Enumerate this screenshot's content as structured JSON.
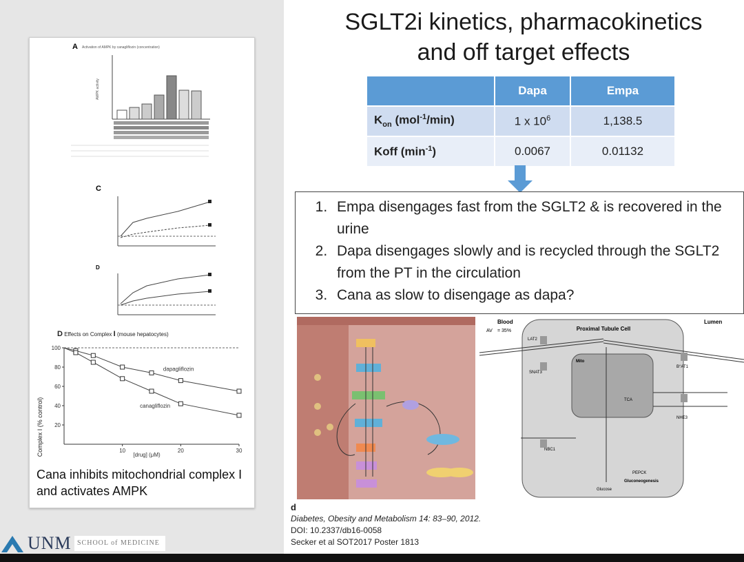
{
  "slide": {
    "title_line1": "SGLT2i kinetics, pharmacokinetics",
    "title_line2": "and off target effects"
  },
  "table": {
    "headers": [
      "",
      "Dapa",
      "Empa"
    ],
    "rows": [
      {
        "label_main": "K",
        "label_sub": "on",
        "label_rest": " (mol",
        "label_sup": "-1",
        "label_end": "/min)",
        "dapa_base": "1 x 10",
        "dapa_sup": "6",
        "empa": "1,138.5"
      },
      {
        "label_main": "Koff (min",
        "label_sup": "-1",
        "label_end": ")",
        "dapa": "0.0067",
        "empa": "0.01132"
      }
    ]
  },
  "points": [
    "Empa disengages fast from the SGLT2 & is recovered in the urine",
    "Dapa disengages slowly and is recycled through the SGLT2 from the PT in the circulation",
    "Cana as slow to disengage as dapa?"
  ],
  "figure_left": {
    "panel_a_label": "A",
    "panel_a_title": "Activation of AMPK by canagliflozin (concentration)",
    "panel_c_label": "C",
    "panel_d_small_label": "D",
    "panel_d_title_prefix": "Effects on Complex",
    "panel_d_title_bold": "I",
    "panel_d_title_suffix": "(mouse hepatocytes)",
    "panel_d_label": "D",
    "y_axis_label": "Complex I (% control)",
    "x_axis_label": "[drug] (μM)",
    "y_ticks": [
      "100",
      "80",
      "60",
      "40",
      "20"
    ],
    "x_ticks": [
      "10",
      "20",
      "30"
    ],
    "series": [
      {
        "name": "dapagliflozin",
        "color": "#555555"
      },
      {
        "name": "canagliflozin",
        "color": "#555555"
      }
    ],
    "caption": "Cana inhibits mitochondrial complex I and activates AMPK"
  },
  "figure_right": {
    "blood": "Blood",
    "av": "AV",
    "av_value": "= 35%",
    "cell_title": "Proximal Tubule Cell",
    "lumen": "Lumen",
    "lat2": "LAT2",
    "snat3": "SNAT3",
    "nbc1": "NBC1",
    "batl": "B°AT1",
    "nhe3": "NHE3",
    "mito": "Mito",
    "tca": "TCA",
    "pepck": "PEPCK",
    "gluconeogenesis": "Gluconeogenesis",
    "glucose": "Glucose"
  },
  "reference": {
    "cut_letter": "d",
    "journal": "Diabetes, Obesity and Metabolism 14: 83–90, 2012.",
    "doi": "DOI: 10.2337/db16-0058",
    "poster": "Secker et al SOT2017 Poster 1813"
  },
  "logo": {
    "name": "UNM",
    "school": "SCHOOL of MEDICINE"
  },
  "chart_data": {
    "type": "line",
    "title": "Effects on Complex I (mouse hepatocytes)",
    "xlabel": "[drug] (μM)",
    "ylabel": "Complex I (% control)",
    "x": [
      0,
      2,
      5,
      10,
      15,
      20,
      30
    ],
    "xlim": [
      0,
      30
    ],
    "ylim": [
      0,
      100
    ],
    "series": [
      {
        "name": "dapagliflozin",
        "values": [
          100,
          97,
          92,
          80,
          74,
          66,
          55
        ]
      },
      {
        "name": "canagliflozin",
        "values": [
          100,
          95,
          85,
          68,
          55,
          42,
          30
        ]
      }
    ]
  }
}
